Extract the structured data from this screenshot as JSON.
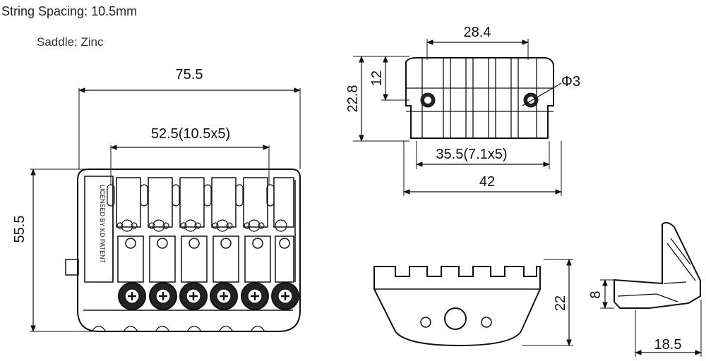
{
  "header": {
    "string_spacing": "String Spacing: 10.5mm",
    "saddle": "Saddle: Zinc"
  },
  "dimensions": {
    "bridge_width": "75.5",
    "string_span": "52.5(10.5x5)",
    "bridge_depth": "55.5",
    "top_width": "28.4",
    "side_height": "22.8",
    "step_height": "12",
    "hole_diameter": "Φ3",
    "hole_spacing": "35.5(7.1x5)",
    "base_width": "42",
    "front_height": "22",
    "saddle_height": "8",
    "saddle_length": "18.5"
  },
  "plate_text": {
    "line1": "LICENSED BY KD PATENT"
  }
}
